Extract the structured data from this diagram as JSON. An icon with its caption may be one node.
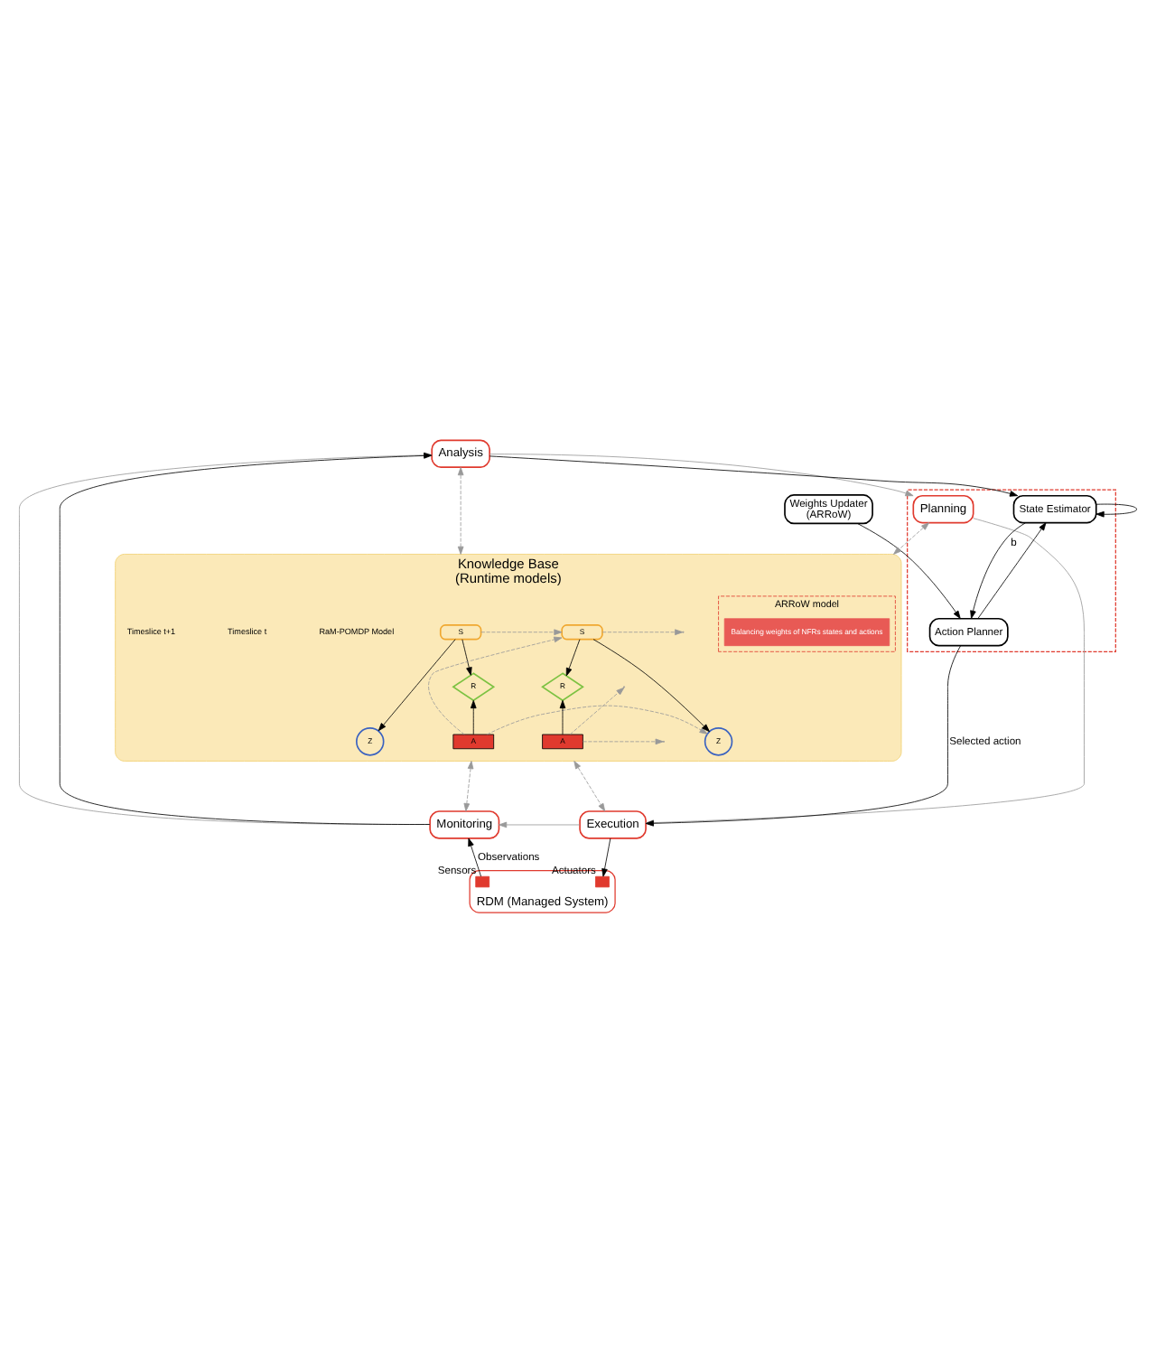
{
  "diagram": {
    "nodes": [
      {
        "text": [
          "Analysis"
        ]
      },
      {
        "text": [
          "Weights Updater",
          "(ARRoW)"
        ]
      },
      {
        "text": [],
        "shape": "box"
      },
      {
        "text": [
          "Planning"
        ],
        "in": 2
      },
      {
        "text": [
          "State Estimator"
        ],
        "in": 2
      },
      {
        "text": [
          "Action Planner"
        ],
        "in": 2
      },
      {
        "text": [
          "Knowledge Base",
          "(Runtime models)"
        ]
      },
      {
        "text": [
          "S"
        ],
        "in": 6
      },
      {
        "text": [
          "R"
        ],
        "in": 6
      },
      {
        "text": [
          "A"
        ],
        "in": 6
      },
      {
        "text": [
          "Z"
        ],
        "in": 6
      },
      {
        "text": [
          "S"
        ],
        "in": 6
      },
      {
        "text": [
          "R"
        ],
        "in": 6
      },
      {
        "text": [
          "A"
        ],
        "in": 6
      },
      {
        "text": [
          "Z"
        ],
        "in": 6
      },
      {
        "text": [
          "ARRoW model"
        ],
        "in": 6
      },
      {
        "text": [
          "Balancing weights of NFRs states and actions"
        ],
        "in": 15
      },
      {
        "text": [
          "Monitoring"
        ]
      },
      {
        "text": [
          "Execution"
        ]
      },
      {
        "text": [
          "RDM (Managed System)"
        ]
      },
      {
        "text": [],
        "shape": "box",
        "in": 19,
        "beside": [
          "Sensors"
        ]
      },
      {
        "text": [],
        "shape": "box",
        "in": 19,
        "beside": [
          "Actuators"
        ]
      }
    ],
    "edges": [
      {
        "from": 0,
        "to": 3,
        "arrow": "to",
        "color": "#999999"
      },
      {
        "from": 0,
        "to": 4,
        "arrow": "to"
      },
      {
        "from": 4,
        "to": 4,
        "arrow": "to"
      },
      {
        "from": 5,
        "to": 4,
        "arrow": "to"
      },
      {
        "from": 4,
        "to": 5,
        "arrow": "to",
        "label": "b"
      },
      {
        "from": 1,
        "to": 5,
        "arrow": "to"
      },
      {
        "from": 5,
        "to": 18,
        "arrow": "to",
        "label": "Selected action"
      },
      {
        "from": 3,
        "to": 18,
        "arrow": "to",
        "color": "#999999"
      },
      {
        "from": 18,
        "to": 17,
        "arrow": "to",
        "color": "#999999"
      },
      {
        "from": 17,
        "to": 0,
        "arrow": "to",
        "color": "#999999"
      },
      {
        "from": 17,
        "to": 0,
        "arrow": "to"
      },
      {
        "from": 20,
        "to": 17,
        "arrow": "to",
        "label": "Observations"
      },
      {
        "from": 18,
        "to": 21,
        "arrow": "to"
      },
      {
        "from": 0,
        "to": 6,
        "arrow": "both",
        "style": "dashed",
        "color": "#999999"
      },
      {
        "from": 3,
        "to": 6,
        "arrow": "both",
        "style": "dashed",
        "color": "#999999"
      },
      {
        "from": 17,
        "to": 6,
        "arrow": "both",
        "style": "dashed",
        "color": "#999999"
      },
      {
        "from": 18,
        "to": 6,
        "arrow": "both",
        "style": "dashed",
        "color": "#999999"
      },
      {
        "from": 7,
        "to": 10,
        "arrow": "to"
      },
      {
        "from": 7,
        "to": 8,
        "arrow": "to"
      },
      {
        "from": 9,
        "to": 8,
        "arrow": "to"
      },
      {
        "from": 7,
        "to": 11,
        "arrow": "to",
        "style": "dashed",
        "color": "#999999"
      },
      {
        "from": 9,
        "to": 11,
        "arrow": "to",
        "style": "dashed",
        "color": "#999999"
      },
      {
        "from": 9,
        "to": 14,
        "arrow": "to",
        "style": "dashed",
        "color": "#999999"
      },
      {
        "from": 11,
        "to": 14,
        "arrow": "to"
      },
      {
        "from": 11,
        "to": 12,
        "arrow": "to"
      },
      {
        "from": 13,
        "to": 12,
        "arrow": "to"
      },
      {
        "from": 11,
        "to": null,
        "arrow": "to",
        "style": "dashed",
        "color": "#999999"
      },
      {
        "from": 13,
        "to": null,
        "arrow": "to",
        "style": "dashed",
        "color": "#999999"
      },
      {
        "from": 13,
        "to": null,
        "arrow": "to",
        "style": "dashed",
        "color": "#999999"
      }
    ],
    "labels": [
      "RaM-POMDP Model",
      "Timeslice t",
      "Timeslice t+1"
    ]
  }
}
